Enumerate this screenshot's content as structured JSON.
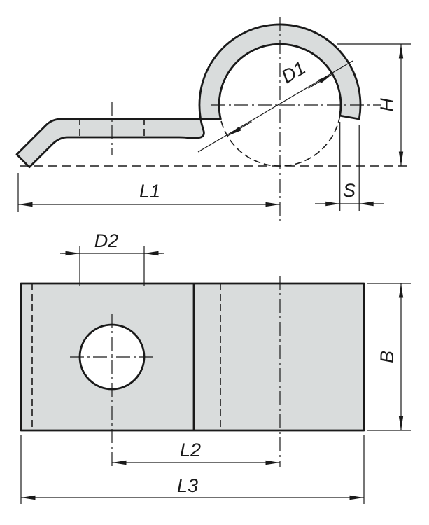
{
  "page": {
    "background": "#ffffff"
  },
  "drawing": {
    "fill_color": "#d9dcdc",
    "line_color": "#1a1a1a",
    "side_view": {
      "dimensions": {
        "pipe_diameter": "D1",
        "height": "H",
        "length_to_center": "L1",
        "material_thickness": "S"
      }
    },
    "plan_view": {
      "dimensions": {
        "hole_diameter": "D2",
        "width": "B",
        "hole_to_center": "L2",
        "total_length": "L3"
      }
    }
  }
}
